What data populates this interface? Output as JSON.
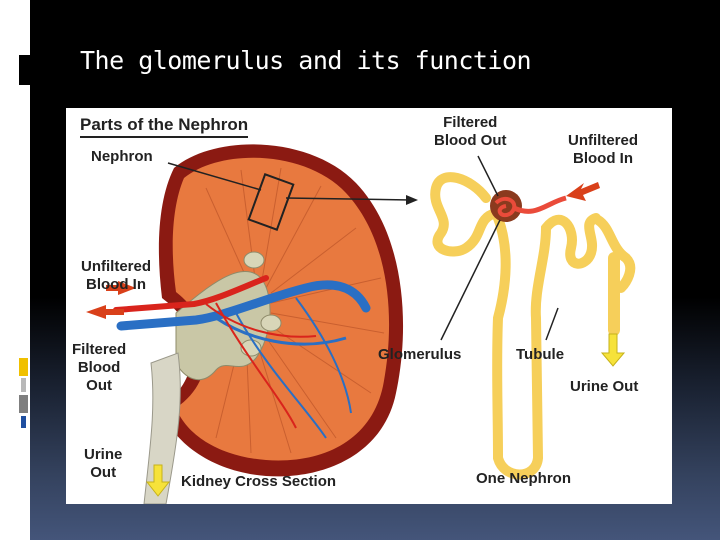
{
  "slide": {
    "title": "The glomerulus and its function"
  },
  "figure": {
    "heading": "Parts of the Nephron",
    "labels": {
      "nephron": "Nephron",
      "unfiltered_blood_in_left": "Unfiltered\nBlood In",
      "filtered_blood_out_left": "Filtered\nBlood\nOut",
      "urine_out_left": "Urine\nOut",
      "kidney_cross_section": "Kidney Cross Section",
      "filtered_blood_out_right": "Filtered\nBlood Out",
      "unfiltered_blood_in_right": "Unfiltered\nBlood In",
      "glomerulus": "Glomerulus",
      "tubule": "Tubule",
      "urine_out_right": "Urine Out",
      "one_nephron": "One Nephron"
    },
    "colors": {
      "kidney_outer": "#8b1a12",
      "kidney_cortex": "#e8793f",
      "pelvis": "#c9c7a6",
      "vein": "#2a6fc4",
      "artery": "#d9241c",
      "tubule": "#f6cf5a",
      "arrow_red": "#d9401a",
      "arrow_yellow": "#f6e23a"
    }
  }
}
